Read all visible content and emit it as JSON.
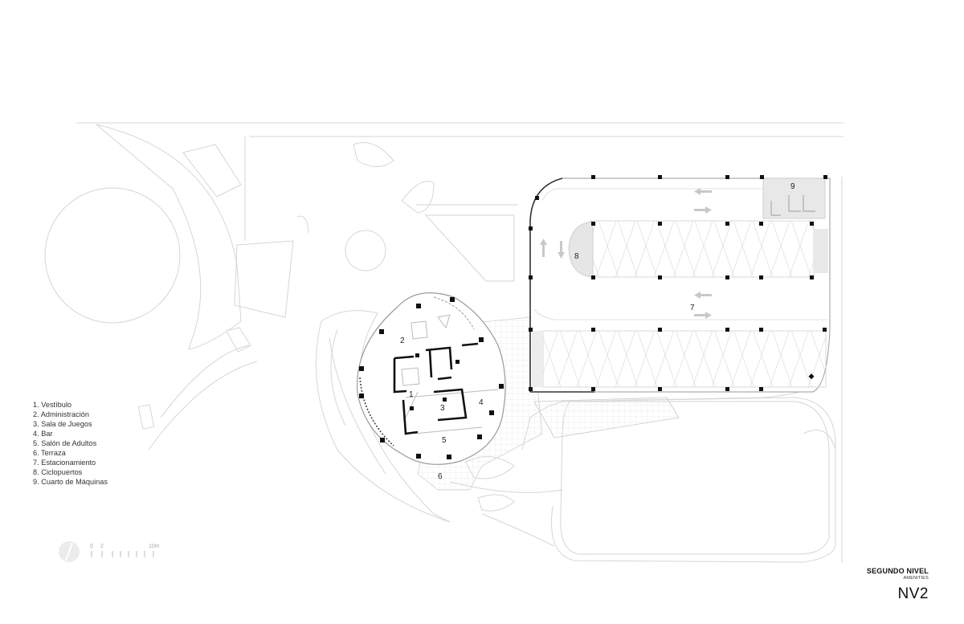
{
  "legend": [
    "1. Vestíbulo",
    "2. Administración",
    "3. Sala de Juegos",
    "4. Bar",
    "5. Salón de Adultos",
    "6. Terraza",
    "7. Estacionamiento",
    "8. Ciclopuertos",
    "9. Cuarto de Máquinas"
  ],
  "plan_labels": {
    "n1": "1",
    "n2": "2",
    "n3": "3",
    "n4": "4",
    "n5": "5",
    "n6": "6",
    "n7": "7",
    "n8": "8",
    "n9": "9"
  },
  "scale_bar": {
    "l0": "0",
    "l2": "2",
    "l10": "10m"
  },
  "title_block": {
    "title": "SEGUNDO NIVEL",
    "subtitle": "AMENITIES",
    "code": "NV2"
  },
  "colors": {
    "line_light": "#d4d4d4",
    "line_dark": "#111111",
    "fill_grey": "#e9e9e9"
  }
}
